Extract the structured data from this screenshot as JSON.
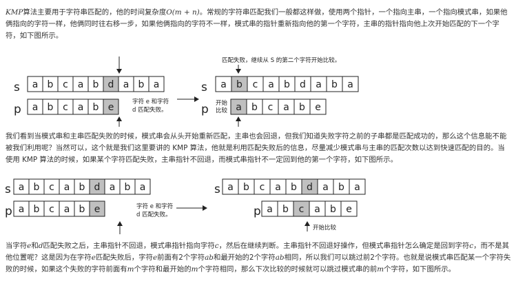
{
  "para1": {
    "kmp": "KMP",
    "t1": "算法主要用于字符串匹配的，他的时间复杂度",
    "formula": "O(m + n)",
    "t2": "。常规的字符串匹配我们一般都这样做，使用两个指针，一个指向主串，一个指向模式串，如果他俩指向的字符一样，他俩同时往右移一步，如果他俩指向的字符不一样，模式串的指针重新指向他的第一个字符，主串的指针指向他上次开始匹配的下一个字符，如下图所示。"
  },
  "para2": "我们看到当模式串和主串匹配失败的时候，模式串会从头开始重新匹配，主串也会回退，但我们知道失败字符之前的子串都是匹配成功的，那么这个信息能不能被我们利用呢？当然可以，这个就是我们这里要讲的 KMP 算法，他就是利用匹配失败后的信息，尽量减少模式串与主串的匹配次数以达到快速匹配的目的。当使用 KMP 算法的时候，如果某个字符匹配失败，主串指针不回退，而模式串指针不一定回到他的第一个字符，如下图所示。",
  "para3": {
    "a": "当字符",
    "e": "e",
    "b": "和",
    "d": "d",
    "c": "匹配失败之后，主串指针不回退，模式串指针指向字符",
    "c_char": "c",
    "f": "，然后在继续判断。主串指针不回退好操作，但模式串指针怎么确定是回到字符",
    "c_char2": "c",
    "g": "，而不是其他位置呢？这是因为在字符",
    "e2": "e",
    "h": "匹配失败后，字符",
    "e3": "e",
    "i": "前面有2个字符",
    "ab": "ab",
    "j": "和最开始的2个字符",
    "ab2": "ab",
    "k": "相同，所以我们可以跳过前2个字符。也就是说模式串匹配某一个字符失败的时候，如果这个失败的字符前面有",
    "m": "m",
    "l": "个字符和最开始的",
    "m2": "m",
    "n": "个字符相同，那么下次比较的时候就可以跳过模式串的前",
    "m3": "m",
    "o": "个字符，如下图所示。"
  },
  "fig1": {
    "s_label": "s",
    "p_label": "p",
    "main": [
      "a",
      "b",
      "c",
      "a",
      "b",
      "d",
      "a",
      "b",
      "a"
    ],
    "pattern": [
      "a",
      "b",
      "c",
      "a",
      "b",
      "e"
    ],
    "note_left_1": "字符 e 和字符",
    "note_left_2": "d 匹配失败。",
    "note_right_top": "匹配失败，继续从 S 的第二个字符开始比较。",
    "start_1": "开始",
    "start_2": "比较",
    "highlight_color": "#c0c0c0"
  },
  "fig2": {
    "s_label": "s",
    "p_label": "p",
    "main": [
      "a",
      "b",
      "c",
      "a",
      "b",
      "d",
      "a",
      "b",
      "a"
    ],
    "pattern": [
      "a",
      "b",
      "c",
      "a",
      "b",
      "e"
    ],
    "note_left_1": "字符 e 和字符",
    "note_left_2": "d 匹配失败。",
    "note_start": "开始比较"
  }
}
